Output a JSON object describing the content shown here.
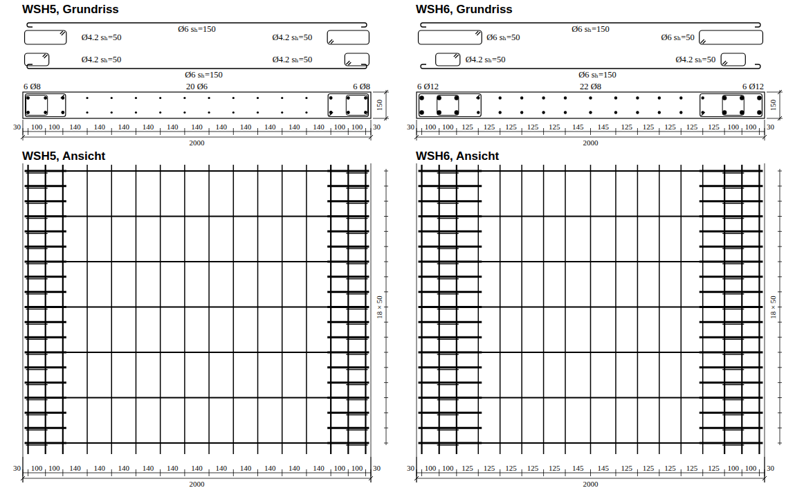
{
  "diagram": {
    "labels": [
      "WSH5, Grundriss",
      "Ø6 sₕ=150",
      "Ø4.2 sₕ=50",
      "Ø4.2 sₕ=50",
      "Ø4.2 sₕ=50",
      "Ø4.2 sₕ=50",
      "Ø6 sₕ=150",
      "6 Ø8",
      "20 Ø6",
      "6 Ø8",
      "150",
      "30",
      "100",
      "100",
      "140",
      "140",
      "140",
      "140",
      "140",
      "140",
      "140",
      "140",
      "140",
      "140",
      "140",
      "100",
      "100",
      "30",
      "2000",
      "WSH6, Grundriss",
      "Ø6 sₕ=150",
      "Ø6 sₕ=50",
      "Ø6 sₕ=50",
      "Ø4.2 sₕ=50",
      "Ø4.2 sₕ=50",
      "Ø6 sₕ=150",
      "6 Ø12",
      "22 Ø8",
      "6 Ø12",
      "150",
      "30",
      "100",
      "100",
      "125",
      "125",
      "125",
      "125",
      "125",
      "145",
      "145",
      "125",
      "125",
      "125",
      "125",
      "125",
      "100",
      "100",
      "30",
      "2000",
      "WSH5, Ansicht",
      "18 × 50",
      "30",
      "100",
      "100",
      "140",
      "140",
      "140",
      "140",
      "140",
      "140",
      "140",
      "140",
      "140",
      "140",
      "140",
      "100",
      "100",
      "30",
      "2000",
      "WSH6, Ansicht",
      "18 × 50",
      "30",
      "100",
      "100",
      "125",
      "125",
      "125",
      "125",
      "125",
      "145",
      "145",
      "125",
      "125",
      "125",
      "125",
      "125",
      "100",
      "100",
      "30",
      "2000"
    ]
  }
}
